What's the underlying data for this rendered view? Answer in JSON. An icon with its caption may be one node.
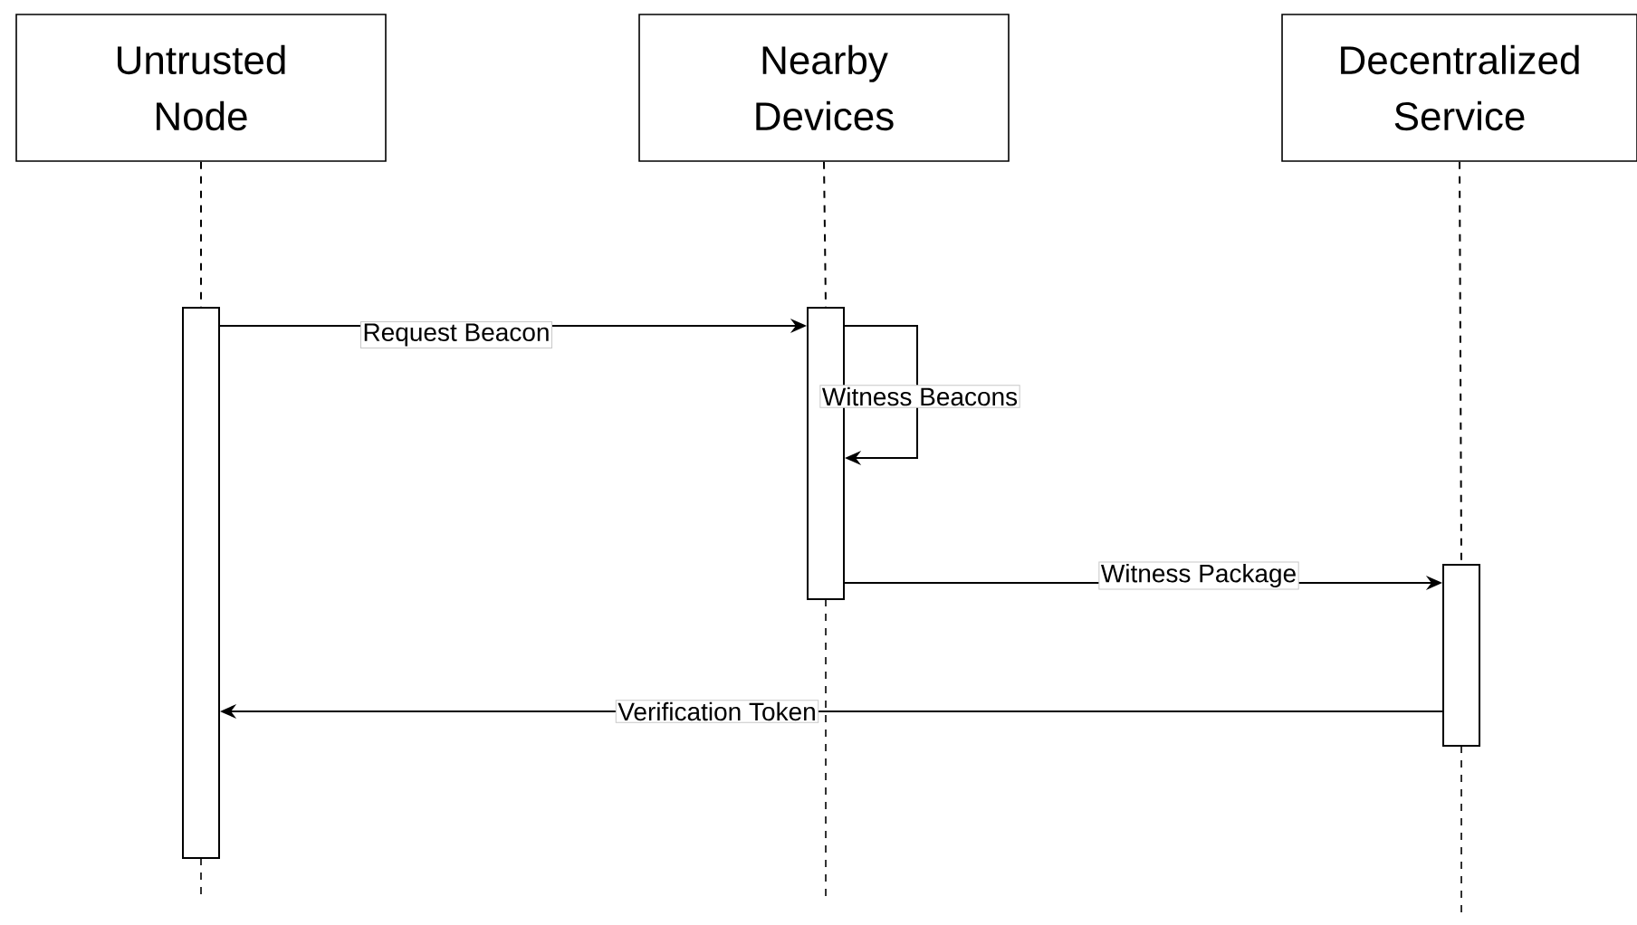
{
  "diagram": {
    "nodes": [
      {
        "text": [
          "Untrusted Node"
        ]
      },
      {
        "text": [
          "Nearby Devices"
        ]
      },
      {
        "text": [
          "Decentralized Service"
        ]
      },
      {
        "text": [],
        "shape": "bar"
      },
      {
        "text": [],
        "shape": "bar"
      },
      {
        "text": [],
        "shape": "bar"
      }
    ],
    "edges": [
      {
        "from": 0,
        "to": 3,
        "arrow": "none",
        "style": "dashed"
      },
      {
        "from": 1,
        "to": 4,
        "arrow": "none",
        "style": "dashed"
      },
      {
        "from": 2,
        "to": 5,
        "arrow": "none",
        "style": "dashed"
      },
      {
        "from": 3,
        "to": 4,
        "arrow": "to",
        "label": "Request Beacon"
      },
      {
        "from": 4,
        "to": 4,
        "arrow": "to",
        "label": "Witness Beacons"
      },
      {
        "from": 4,
        "to": 5,
        "arrow": "to",
        "label": "Witness Package"
      },
      {
        "from": 5,
        "to": 3,
        "arrow": "to",
        "label": "Verification Token"
      }
    ]
  }
}
